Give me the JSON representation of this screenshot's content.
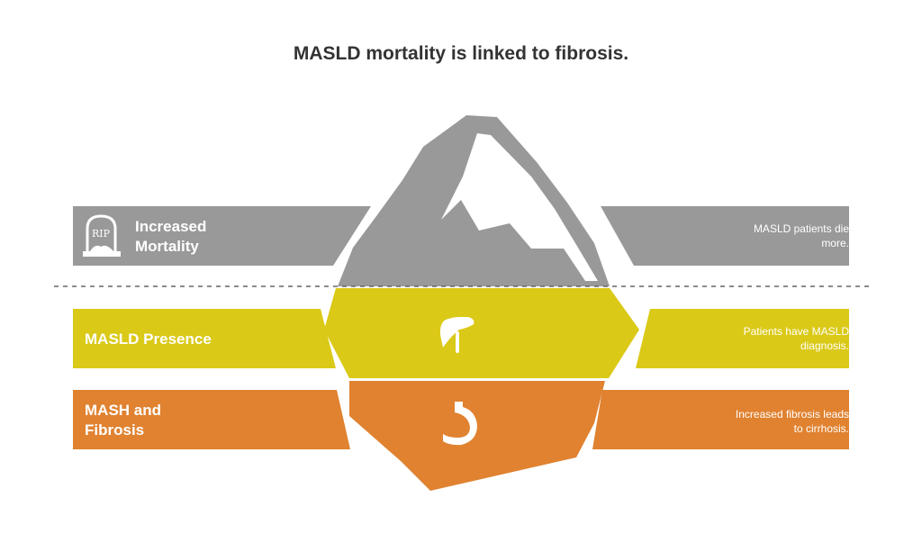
{
  "title": "MASLD mortality is linked to fibrosis.",
  "colors": {
    "gray": "#999999",
    "yellow": "#dac917",
    "orange": "#e08230",
    "text_dark": "#333333",
    "white": "#ffffff"
  },
  "levels": [
    {
      "name": "Increased Mortality",
      "name_line1": "Increased",
      "name_line2": "Mortality",
      "description_line1": "MASLD patients die",
      "description_line2": "more.",
      "icon": "rip-tombstone-icon"
    },
    {
      "name": "MASLD Presence",
      "description_line1": "Patients have MASLD",
      "description_line2": "diagnosis.",
      "icon": "liver-icon"
    },
    {
      "name_line1": "MASH and",
      "name_line2": "Fibrosis",
      "description_line1": "Increased fibrosis leads",
      "description_line2": "to cirrhosis.",
      "icon": "stomach-icon"
    }
  ],
  "tombstone_text": "RIP"
}
